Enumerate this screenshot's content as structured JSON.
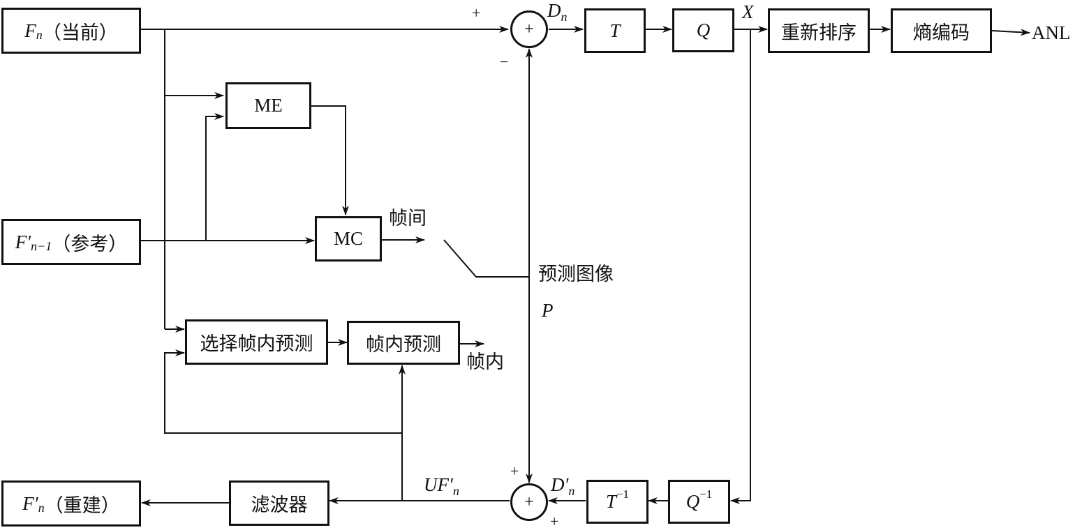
{
  "diagram": {
    "type": "block-diagram",
    "title": "",
    "blocks": {
      "fn_current": {
        "symbol": "F",
        "sub": "n",
        "label": "（当前）"
      },
      "fn_ref": {
        "symbol": "F′",
        "sub": "n−1",
        "label": "（参考）"
      },
      "fn_recon": {
        "symbol": "F′",
        "sub": "n",
        "label": "（重建）"
      },
      "me": "ME",
      "mc": "MC",
      "select_intra": "选择帧内预测",
      "intra_pred": "帧内预测",
      "t": "T",
      "q": "Q",
      "reorder": "重新排序",
      "entropy": "熵编码",
      "t_inv": {
        "symbol": "T",
        "sup": "−1"
      },
      "q_inv": {
        "symbol": "Q",
        "sup": "−1"
      },
      "filter": "滤波器"
    },
    "summers": {
      "top": {
        "glyph": "+",
        "sign_left": "+",
        "sign_bottom": "−"
      },
      "bottom": {
        "glyph": "+",
        "sign_top": "+",
        "sign_bottom": "+"
      }
    },
    "labels": {
      "dn": {
        "symbol": "D",
        "sub": "n"
      },
      "x": "X",
      "anl": "ANL",
      "inter": "帧间",
      "intra": "帧内",
      "pred_image": "预测图像",
      "p": "P",
      "ufn": {
        "symbol": "UF′",
        "sub": "n"
      },
      "dn_prime": {
        "symbol": "D′",
        "sub": "n"
      }
    },
    "stroke_color": "#111111",
    "background": "#ffffff"
  }
}
